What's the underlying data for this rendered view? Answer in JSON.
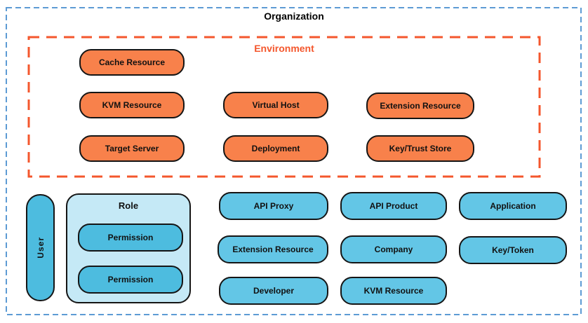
{
  "organization": {
    "title": "Organization"
  },
  "environment": {
    "title": "Environment",
    "pills": {
      "cache_resource": "Cache Resource",
      "kvm_resource": "KVM Resource",
      "virtual_host": "Virtual Host",
      "extension_resource": "Extension Resource",
      "target_server": "Target Server",
      "deployment": "Deployment",
      "key_trust_store": "Key/Trust Store"
    }
  },
  "org_entities": {
    "user": "User",
    "role": "Role",
    "permission_1": "Permission",
    "permission_2": "Permission",
    "api_proxy": "API Proxy",
    "api_product": "API Product",
    "application": "Application",
    "extension_resource": "Extension Resource",
    "company": "Company",
    "key_token": "Key/Token",
    "developer": "Developer",
    "kvm_resource": "KVM Resource"
  },
  "colors": {
    "organization_border": "#5d9bd4",
    "environment_border": "#f4572d",
    "environment_title": "#f4572d",
    "orange_pill_fill": "#f8814b",
    "blue_pill_fill": "#63c6e6",
    "permission_pill_fill": "#4dbcdf",
    "role_box_fill": "#c5e9f6",
    "pill_border": "#151515"
  }
}
